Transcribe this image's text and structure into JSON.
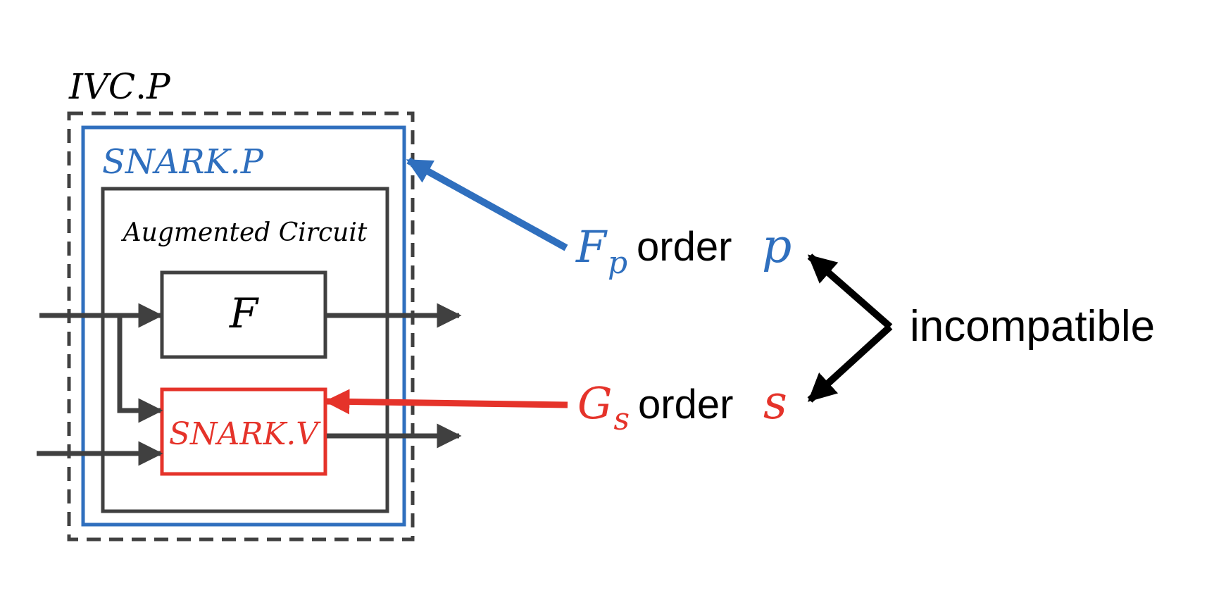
{
  "outer": {
    "label_prefix": "IVC",
    "label_dot": ".",
    "label_suffix": "P"
  },
  "snark_p": {
    "label": "SNARK.P"
  },
  "circuit": {
    "label": "Augmented Circuit"
  },
  "function_box": {
    "label": "F"
  },
  "snark_v": {
    "label": "SNARK.V"
  },
  "field": {
    "symbol": "F",
    "subscript": "p",
    "word": "order",
    "order": "p"
  },
  "group": {
    "symbol": "G",
    "subscript": "s",
    "word": "order",
    "order": "s"
  },
  "relation": {
    "label": "incompatible"
  },
  "colors": {
    "blue": "#2f6fbe",
    "red": "#e5332a",
    "dark": "#404040",
    "black": "#000000"
  }
}
